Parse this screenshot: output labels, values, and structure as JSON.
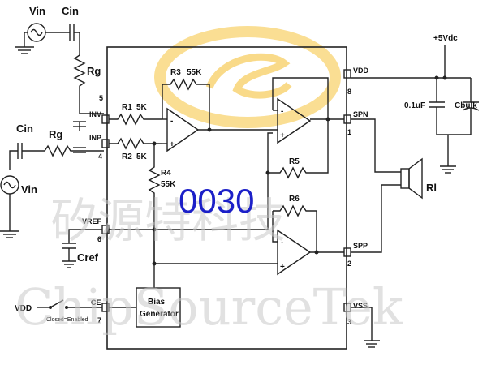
{
  "brand_colors": {
    "logo_orange": "#f5c23a",
    "part_number_blue": "#1c20c8",
    "watermark_gray": "#c9c9c9"
  },
  "watermark": {
    "chinese": "矽源特科技",
    "english": "ChipSourceTek"
  },
  "part_number": "0030",
  "supply": {
    "rail": "+5Vdc",
    "cap_small": "0.1uF",
    "cap_bulk": "Cbulk"
  },
  "inputs": {
    "top": {
      "source": "Vin",
      "cap": "Cin",
      "res": "Rg"
    },
    "bottom": {
      "source": "Vin",
      "cap": "Cin",
      "res": "Rg"
    }
  },
  "components": {
    "r1": "R1",
    "r1_val": "5K",
    "r2": "R2",
    "r2_val": "5K",
    "r3": "R3",
    "r3_val": "55K",
    "r4": "R4",
    "r4_val": "55K",
    "r5": "R5",
    "r6": "R6",
    "cref": "Cref",
    "bias_line1": "Bias",
    "bias_line2": "Generator",
    "speaker": "Rl"
  },
  "pins": {
    "inv": {
      "name": "INV",
      "num": "5"
    },
    "inp": {
      "name": "INP",
      "num": "4"
    },
    "vref": {
      "name": "VREF",
      "num": "6"
    },
    "ce": {
      "name": "CE",
      "num": "7"
    },
    "vdd": {
      "name": "VDD",
      "num": "8"
    },
    "spn": {
      "name": "SPN",
      "num": "1"
    },
    "spp": {
      "name": "SPP",
      "num": "2"
    },
    "vss": {
      "name": "VSS",
      "num": "3"
    }
  },
  "control": {
    "vdd_label": "VDD",
    "switch_note": "Closed=Enabled"
  },
  "opamp_signs": {
    "minus": "-",
    "plus": "+"
  }
}
